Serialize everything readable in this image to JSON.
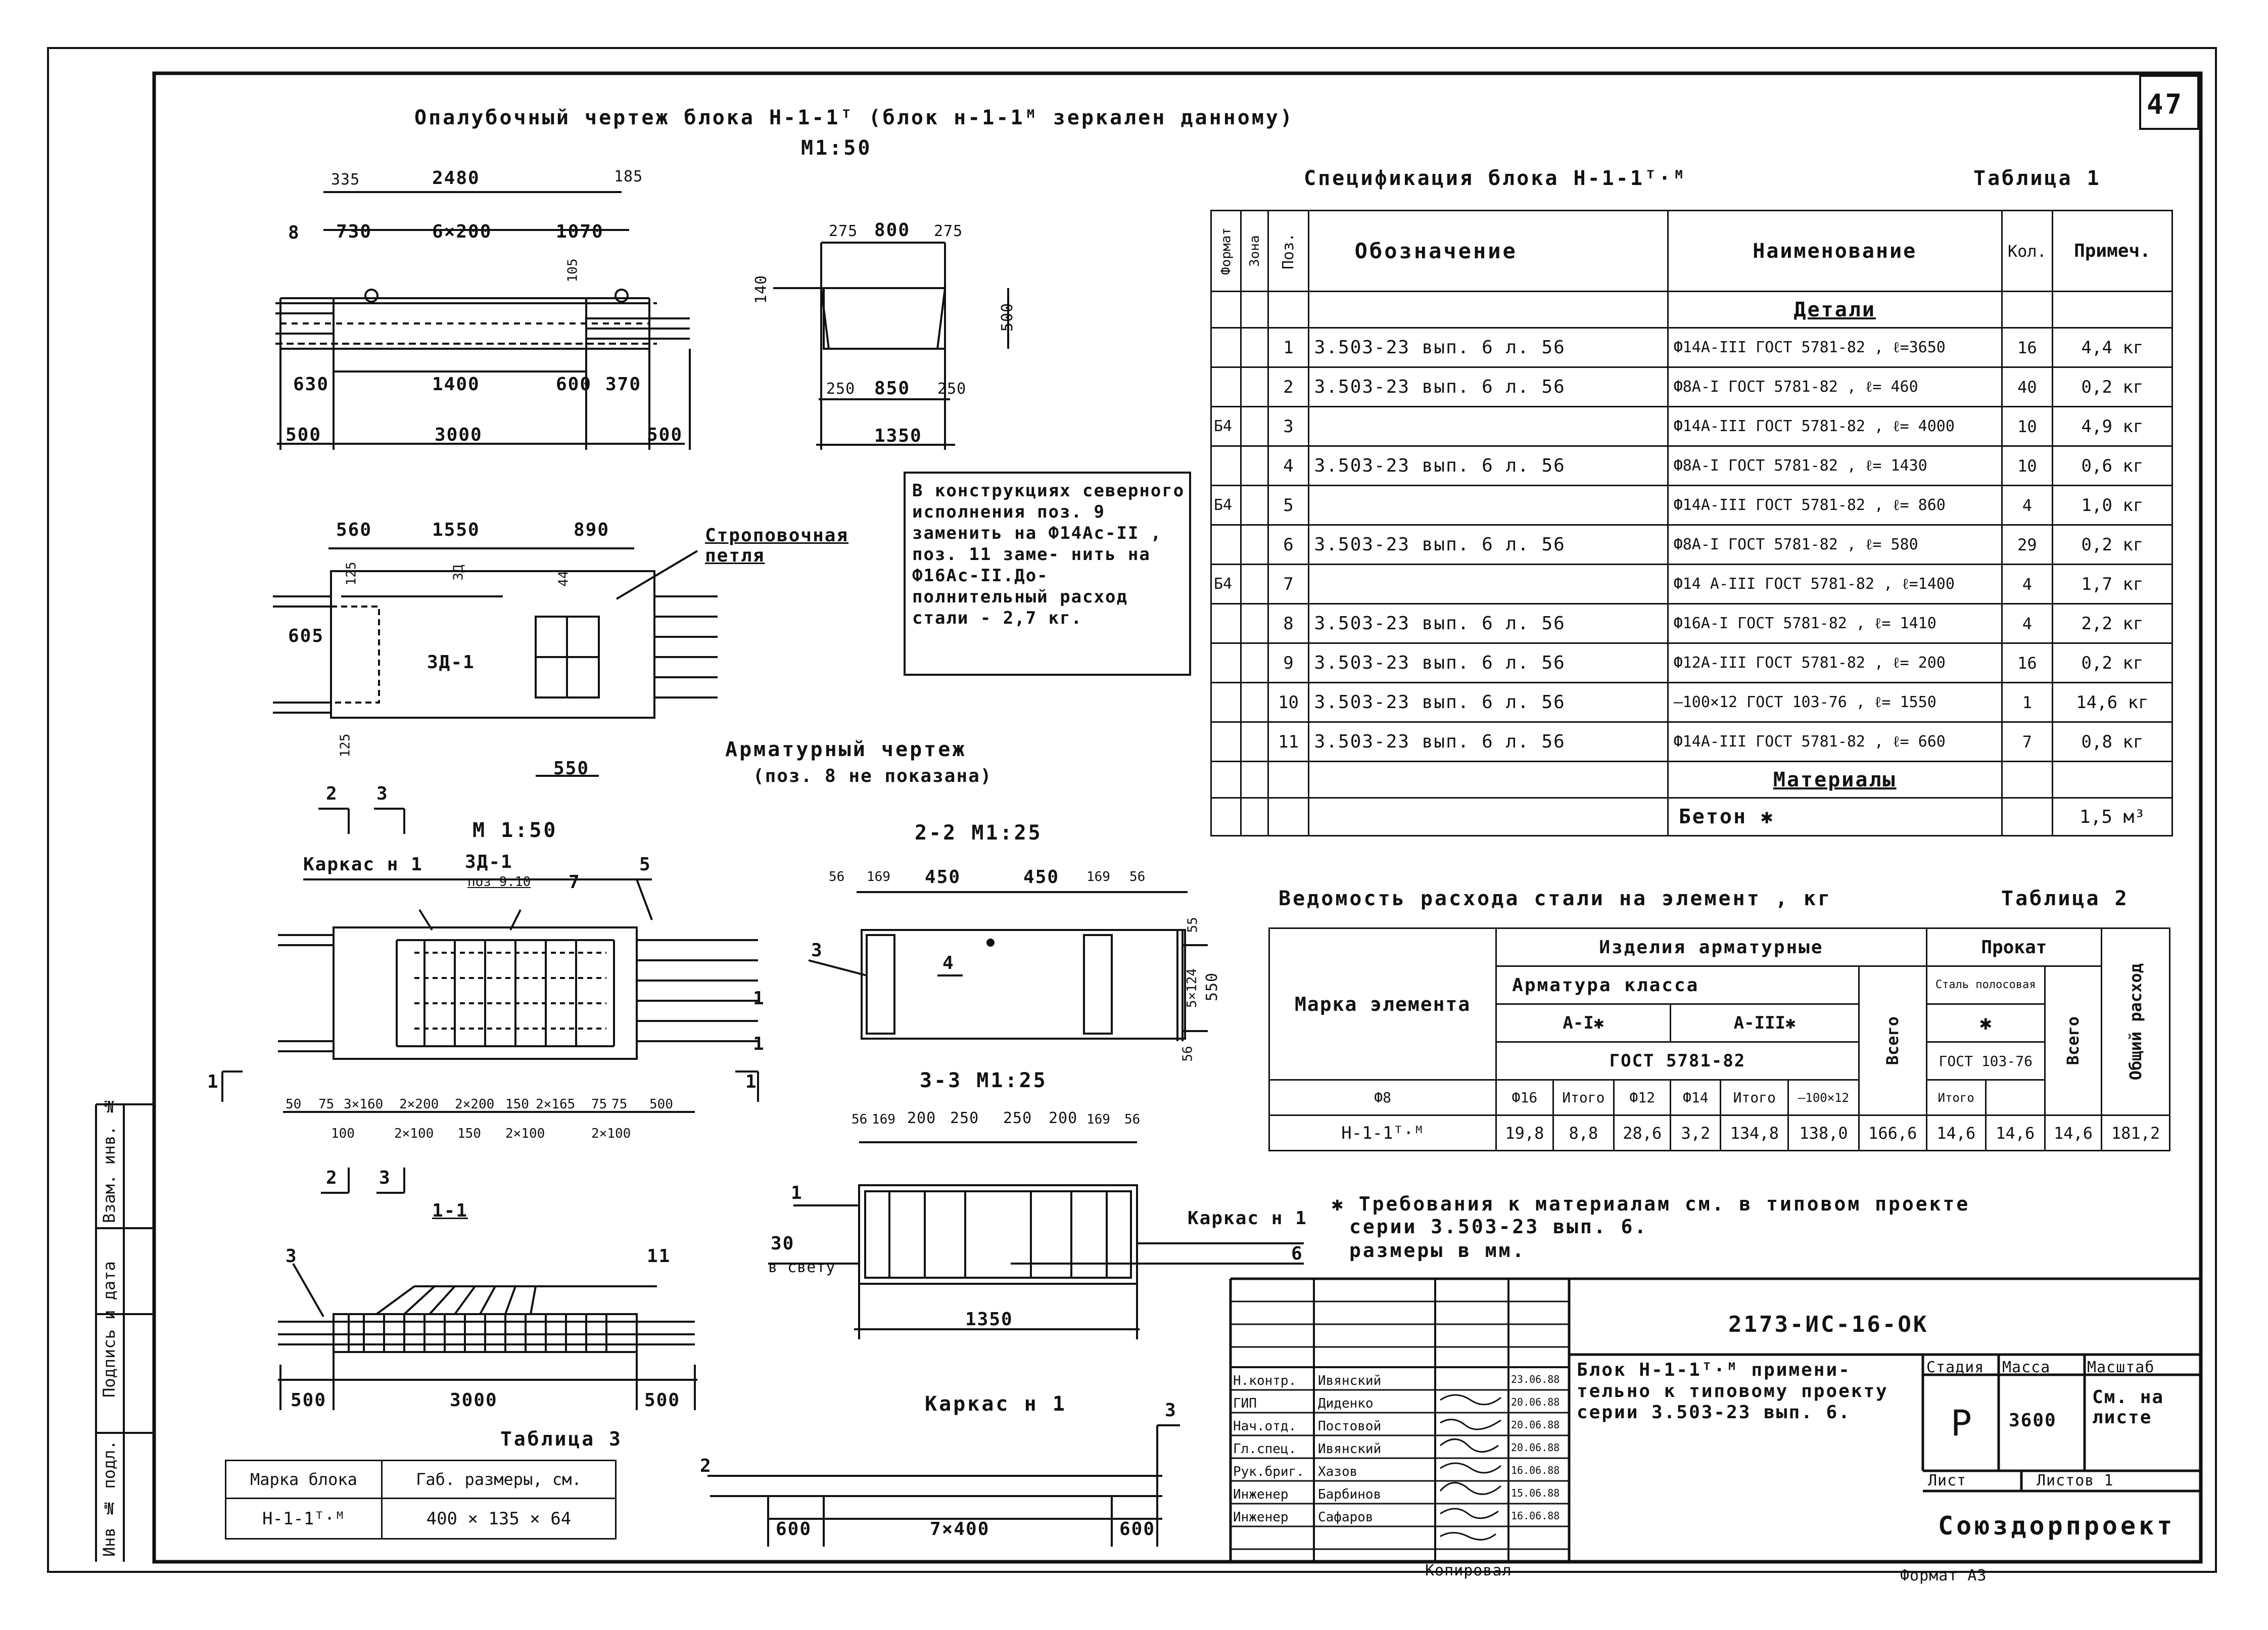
{
  "sheet_number": "47",
  "formwork": {
    "title": "Опалубочный   чертеж  блока  Н-1-1ᵀ (блок н-1-1ᴹ зеркален данному)",
    "scale": "М1:50",
    "dims_top": [
      "335",
      "2480",
      "185"
    ],
    "dims_row2": [
      "730",
      "6×200",
      "1070",
      "105"
    ],
    "dims_row3": [
      "630",
      "1400",
      "600",
      "370"
    ],
    "dims_bottom": [
      "500",
      "3000",
      "500"
    ],
    "section_dims_top": [
      "275",
      "800",
      "275"
    ],
    "section_dims_side": [
      "140",
      "500"
    ],
    "section_dims_bottom": [
      "250",
      "850",
      "250"
    ],
    "section_width": "1350",
    "plan_dims_top": [
      "560",
      "1550",
      "890"
    ],
    "plan_dims_side": [
      "125",
      "3Д",
      "44",
      "605",
      "125"
    ],
    "plan_dims_bottom": "550",
    "plan_label": "3Д-1",
    "sling_loop": "Строповочная петля",
    "pos8": "8"
  },
  "note_box": "В  конструкциях северного  исполнения поз. 9  заменить  на Ф14Ас-II , поз. 11  заме- нить  на  Ф16Ас-II.До- полнительный  расход стали  - 2,7 кг.",
  "reinforcement": {
    "title": "Арматурный   чертеж",
    "subtitle": "(поз. 8  не  показана)",
    "scale": "М 1:50",
    "frame1": "Каркас н 1",
    "label_3d1": "3Д-1",
    "label_pos910": "поз 9.10",
    "label_7": "7",
    "label_5": "5",
    "label_1": "1",
    "label_2": "2",
    "label_3": "3",
    "dims_bottom": [
      "50",
      "75",
      "3×160",
      "2×200",
      "2×200",
      "150",
      "2×165",
      "75",
      "75",
      "500"
    ],
    "dims_bottom2": [
      "100",
      "2×100",
      "150",
      "2×100",
      "2×100"
    ]
  },
  "section22": {
    "title": "2-2   М1:25",
    "dims": [
      "56",
      "169",
      "450",
      "450",
      "169",
      "56"
    ],
    "side": [
      "55",
      "5×124",
      "56",
      "550"
    ],
    "labels": [
      "3",
      "4"
    ]
  },
  "section33": {
    "title": "3-3   М1:25",
    "dims": [
      "56",
      "169",
      "200",
      "250",
      "250",
      "200",
      "169",
      "56"
    ],
    "width": "1350",
    "labels": [
      "1",
      "6"
    ],
    "frame": "Каркас н 1",
    "gap": "30",
    "gap_label": "в свету"
  },
  "section11": {
    "title": "1-1",
    "dims": [
      "500",
      "3000",
      "500"
    ],
    "labels": [
      "3",
      "11"
    ]
  },
  "frame_n1": {
    "title": "Каркас н 1",
    "dims": [
      "600",
      "7×400",
      "600"
    ],
    "labels": [
      "2",
      "3"
    ]
  },
  "spec_table": {
    "title": "Спецификация   блока      Н-1-1ᵀ·ᴹ",
    "table_label": "Таблица 1",
    "headers": [
      "Формат",
      "Зона",
      "Поз.",
      "Обозначение",
      "Наименование",
      "Кол.",
      "Примеч."
    ],
    "section_details": "Детали",
    "rows": [
      {
        "fmt": "",
        "pos": "1",
        "oboz": "3.503-23  вып. 6  л. 56",
        "name": "Ф14А-III  ГОСТ 5781-82 , ℓ=3650",
        "qty": "16",
        "note": "4,4 кг"
      },
      {
        "fmt": "",
        "pos": "2",
        "oboz": "3.503-23  вып. 6  л. 56",
        "name": "Ф8А-I  ГОСТ 5781-82 , ℓ= 460",
        "qty": "40",
        "note": "0,2 кг"
      },
      {
        "fmt": "Б4",
        "pos": "3",
        "oboz": "",
        "name": "Ф14А-III  ГОСТ 5781-82 , ℓ= 4000",
        "qty": "10",
        "note": "4,9 кг"
      },
      {
        "fmt": "",
        "pos": "4",
        "oboz": "3.503-23  вып. 6  л. 56",
        "name": "Ф8А-I  ГОСТ 5781-82 , ℓ= 1430",
        "qty": "10",
        "note": "0,6 кг"
      },
      {
        "fmt": "Б4",
        "pos": "5",
        "oboz": "",
        "name": "Ф14А-III  ГОСТ 5781-82 , ℓ= 860",
        "qty": "4",
        "note": "1,0 кг"
      },
      {
        "fmt": "",
        "pos": "6",
        "oboz": "3.503-23   вып. 6  л. 56",
        "name": "Ф8А-I  ГОСТ 5781-82 , ℓ= 580",
        "qty": "29",
        "note": "0,2 кг"
      },
      {
        "fmt": "Б4",
        "pos": "7",
        "oboz": "",
        "name": "Ф14 А-III  ГОСТ 5781-82 , ℓ=1400",
        "qty": "4",
        "note": "1,7 кг"
      },
      {
        "fmt": "",
        "pos": "8",
        "oboz": "3.503-23    вып. 6   л. 56",
        "name": "Ф16А-I  ГОСТ 5781-82 , ℓ= 1410",
        "qty": "4",
        "note": "2,2 кг"
      },
      {
        "fmt": "",
        "pos": "9",
        "oboz": "3.503-23    вып. 6   л. 56",
        "name": "Ф12А-III  ГОСТ 5781-82 , ℓ= 200",
        "qty": "16",
        "note": "0,2 кг"
      },
      {
        "fmt": "",
        "pos": "10",
        "oboz": "3.503-23    вып. 6    л. 56",
        "name": "—100×12  ГОСТ 103-76 , ℓ= 1550",
        "qty": "1",
        "note": "14,6 кг"
      },
      {
        "fmt": "",
        "pos": "11",
        "oboz": "3.503-23    вып. 6    л. 56",
        "name": "Ф14А-III  ГОСТ 5781-82 , ℓ= 660",
        "qty": "7",
        "note": "0,8 кг"
      }
    ],
    "section_materials": "Материалы",
    "concrete_name": "Бетон  ✱",
    "concrete_note": "1,5 м³"
  },
  "steel_table": {
    "title": "Ведомость    расхода    стали    на   элемент , кг",
    "table_label": "Таблица 2",
    "h_element": "Марка элемента",
    "h_products": "Изделия   арматурные",
    "h_class": "Арматура   класса",
    "h_a1": "А-I✱",
    "h_a3": "А-III✱",
    "h_gost": "ГОСТ  5781-82",
    "h_rolled": "Прокат",
    "h_strip": "Сталь полосовая",
    "h_star": "✱",
    "h_gost103": "ГОСТ 103-76",
    "h_total": "Всего",
    "h_total_all": "Общий расход",
    "subheaders": [
      "Ф8",
      "Ф16",
      "Итого",
      "Ф12",
      "Ф14",
      "Итого",
      "—100×12",
      "Итого"
    ],
    "row": [
      "Н-1-1ᵀ·ᴹ",
      "19,8",
      "8,8",
      "28,6",
      "3,2",
      "134,8",
      "138,0",
      "166,6",
      "14,6",
      "14,6",
      "14,6",
      "181,2"
    ]
  },
  "notes": [
    "✱ Требования  к  материалам  см.  в  типовом  проекте",
    "серии  3.503-23  вып. 6.",
    "размеры  в   мм."
  ],
  "table3": {
    "title": "Таблица 3",
    "headers": [
      "Марка блока",
      "Габ. размеры, см."
    ],
    "row": [
      "Н-1-1ᵀ·ᴹ",
      "400 × 135 × 64"
    ]
  },
  "side_stamp": [
    "Инв № подл.",
    "Подпись и дата",
    "Взам. инв. №"
  ],
  "title_block": {
    "code": "2173-ИС-16-ОК",
    "description": "Блок   Н-1-1ᵀ·ᴹ  примени- тельно   к   типовому проекту   серии   3.503-23 вып. 6.",
    "stage_h": "Стадия",
    "mass_h": "Масса",
    "scale_h": "Масштаб",
    "stage": "Р",
    "mass": "3600",
    "scale": "См. на листе",
    "sheet": "Лист",
    "sheets": "Листов  1",
    "org": "Союздорпроект",
    "people": [
      {
        "role": "Н.контр.",
        "name": "Ивянский",
        "date": "23.06.88"
      },
      {
        "role": "ГИП",
        "name": "Диденко",
        "date": "20.06.88"
      },
      {
        "role": "Нач.отд.",
        "name": "Постовой",
        "date": "20.06.88"
      },
      {
        "role": "Гл.спец.",
        "name": "Ивянский",
        "date": "20.06.88"
      },
      {
        "role": "Рук.бриг.",
        "name": "Хазов",
        "date": "16.06.88"
      },
      {
        "role": "Инженер",
        "name": "Барбинов",
        "date": "15.06.88"
      },
      {
        "role": "Инженер",
        "name": "Сафаров",
        "date": "16.06.88"
      }
    ],
    "copied": "Копировал",
    "format": "Формат А3"
  }
}
